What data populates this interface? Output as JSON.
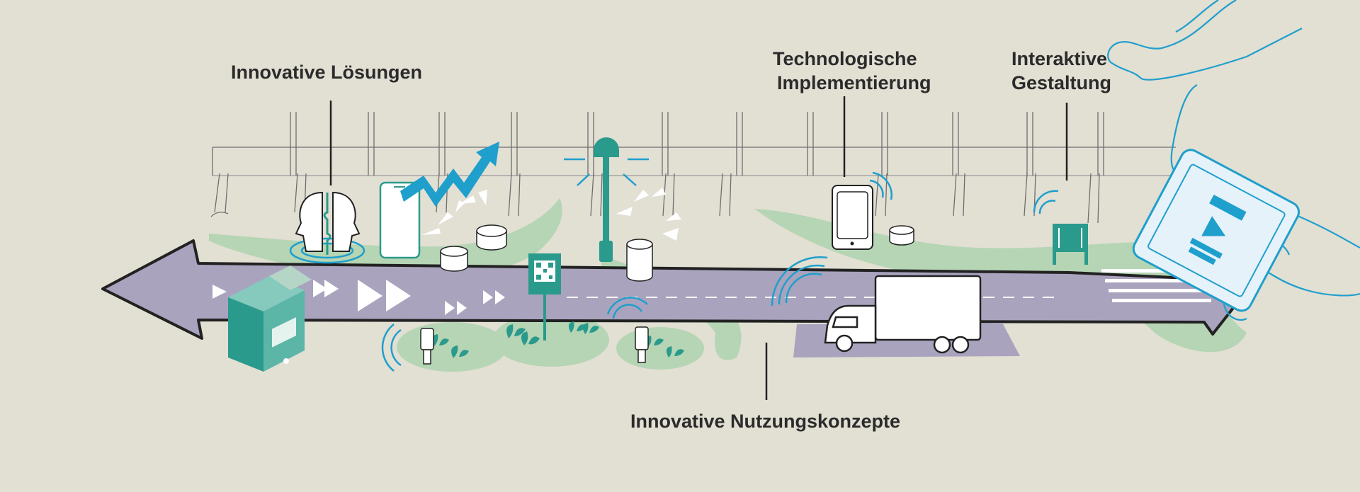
{
  "labels": {
    "innovative_solutions": "Innovative Lösungen",
    "tech_implementation": [
      "Technologische",
      "Implementierung"
    ],
    "interactive_design": [
      "Interaktive",
      "Gestaltung"
    ],
    "usage_concepts": "Innovative Nutzungskonzepte"
  },
  "colors": {
    "background": "#e2dfd3",
    "road": "#a9a3be",
    "green_band": "#b5d5b4",
    "teal": "#2a9a8c",
    "blue": "#1f9fcc",
    "dark_line": "#222222",
    "text": "#2b2b2b"
  },
  "icons": [
    "head-puzzle-icon",
    "smartphone-icon",
    "rising-arrow-icon",
    "sensor-puck-icon",
    "street-lamp-icon",
    "qr-sign-icon",
    "tablet-icon",
    "wifi-signal-icon",
    "delivery-truck-icon",
    "parcel-kiosk-icon",
    "plant-icon",
    "bollard-sensor-icon",
    "info-panel-icon",
    "hands-tablet-icon"
  ]
}
